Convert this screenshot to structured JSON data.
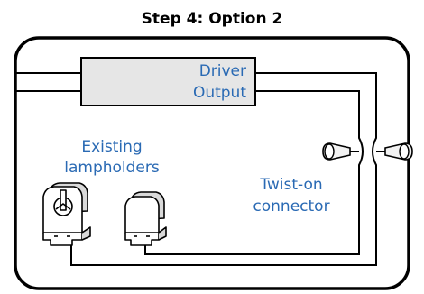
{
  "title": "Step 4: Option 2",
  "driver": {
    "line1": "Driver",
    "line2": "Output",
    "fill": "#e6e6e6"
  },
  "lampholders_label": {
    "line1": "Existing",
    "line2": "lampholders"
  },
  "connector_label": {
    "line1": "Twist-on",
    "line2": "connector"
  },
  "colors": {
    "label_blue": "#2a6ab4",
    "frame": "#000000",
    "wire": "#000000"
  }
}
